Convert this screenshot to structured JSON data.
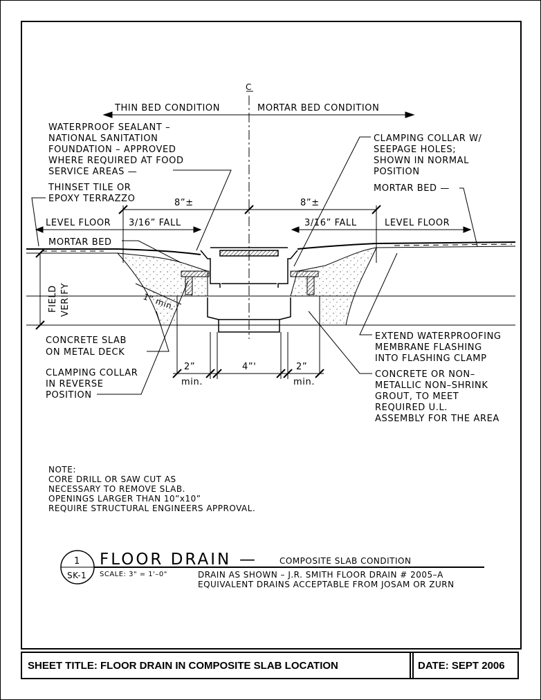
{
  "drawing": {
    "centerline_mark": "C",
    "left_condition": "THIN BED CONDITION",
    "right_condition": "MORTAR BED CONDITION",
    "sealant_note": [
      "WATERPROOF SEALANT –",
      "NATIONAL SANITATION",
      "FOUNDATION – APPROVED",
      "WHERE REQUIRED AT FOOD",
      "SERVICE AREAS —"
    ],
    "thinset_note": [
      "THINSET TILE OR",
      "EPOXY TERRAZZO"
    ],
    "clamp_normal_note": [
      "CLAMPING COLLAR W/",
      "SEEPAGE HOLES;",
      "SHOWN IN NORMAL",
      "POSITION"
    ],
    "mortar_bed_right": "MORTAR BED —",
    "dim_left_8": "8”±",
    "dim_right_8": "8”±",
    "level_floor_left": "LEVEL FLOOR",
    "fall_left": "3/16” FALL",
    "fall_right": "3/16” FALL",
    "level_floor_right": "LEVEL FLOOR",
    "mortar_bed_left": "MORTAR BED",
    "one_inch_min": "1” min.",
    "field_verify": [
      "FIELD",
      "VERIFY"
    ],
    "slab_note": [
      "CONCRETE SLAB",
      "ON METAL DECK"
    ],
    "membrane_note": [
      "EXTEND WATERPROOFING",
      "MEMBRANE FLASHING",
      "INTO FLASHING CLAMP"
    ],
    "dim_2_left": "2”",
    "dim_4": "4”'",
    "dim_2_right": "2”",
    "min_left": "min.",
    "min_right": "min.",
    "clamp_reverse_note": [
      "CLAMPING COLLAR",
      "IN REVERSE",
      "POSITION"
    ],
    "grout_note": [
      "CONCRETE OR NON–",
      "METALLIC NON–SHRINK",
      "GROUT, TO MEET",
      "REQUIRED U.L.",
      "ASSEMBLY FOR THE AREA"
    ],
    "general_note": [
      "NOTE:",
      "CORE DRILL OR SAW CUT AS",
      "NECESSARY TO REMOVE SLAB.",
      "OPENINGS LARGER THAN 10”x10”",
      "REQUIRE STRUCTURAL ENGINEERS APPROVAL."
    ]
  },
  "detail": {
    "number": "1",
    "sheet_ref": "SK-1",
    "title": "FLOOR  DRAIN",
    "dash": "—",
    "subtitle": "COMPOSITE SLAB CONDITION",
    "scale": "SCALE:  3\"  =  1'–0\"",
    "spec_line1": "DRAIN AS SHOWN – J.R. SMITH FLOOR DRAIN # 2005–A",
    "spec_line2": "EQUIVALENT DRAINS ACCEPTABLE FROM JOSAM OR ZURN"
  },
  "titleblock": {
    "sheet_title": "SHEET TITLE: FLOOR DRAIN IN COMPOSITE SLAB LOCATION",
    "date": "DATE: SEPT 2006"
  }
}
